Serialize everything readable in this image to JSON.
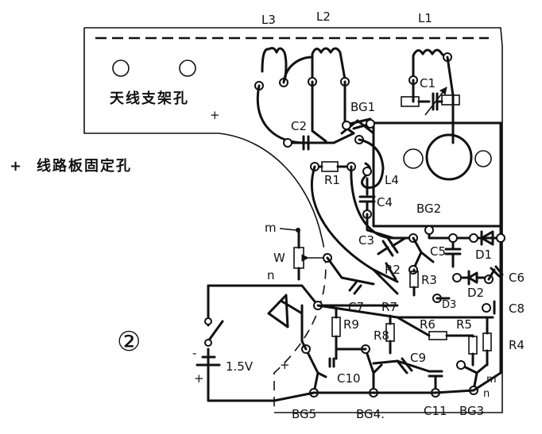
{
  "figure_number": "②",
  "labels": {
    "antenna_holes": "天线支架孔",
    "antenna_plus": "+",
    "board_holes": "线路板固定孔",
    "board_plus": "+",
    "battery_voltage": "1.5V",
    "battery_plus": "+",
    "battery_minus": "-",
    "plus_mark": "+",
    "m_top": "m",
    "n_top": "n",
    "w_pot": "W",
    "m_bottom": "m",
    "n_bottom": "n"
  },
  "inductors": {
    "L3": "L3",
    "L2": "L2",
    "L1": "L1",
    "L4": "L4"
  },
  "capacitors": {
    "C1": "C1",
    "C2": "C2",
    "C3": "C3",
    "C4": "C4",
    "C5": "C5",
    "C6": "C6",
    "C7": "C7",
    "C8": "C8",
    "C9": "C9",
    "C10": "C10",
    "C11": "C11"
  },
  "resistors": {
    "R1": "R1",
    "R2": "R2",
    "R3": "R3",
    "R4": "R4",
    "R5": "R5",
    "R6": "R6",
    "R7": "R7",
    "R8": "R8",
    "R9": "R9"
  },
  "transistors": {
    "BG1": "BG1",
    "BG2": "BG2",
    "BG3": "BG3",
    "BG4": "BG4.",
    "BG5": "BG5"
  },
  "diodes": {
    "D1": "D1",
    "D2": "D2",
    "D3": "D3"
  }
}
